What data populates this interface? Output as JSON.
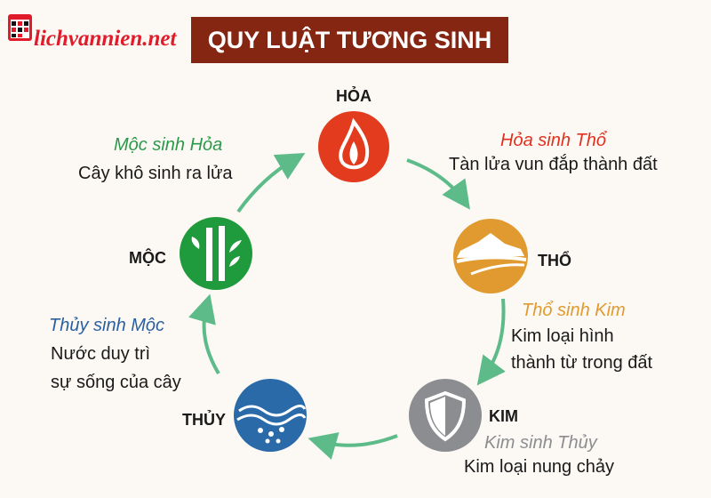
{
  "logo": {
    "text": "lichvannien.net"
  },
  "title": "QUY LUẬT TƯƠNG SINH",
  "colors": {
    "arrow": "#5dbb8a",
    "title_bg": "#842612"
  },
  "elements": {
    "hoa": {
      "label": "HỎA",
      "color": "#e23b1e",
      "icon": "flame-icon"
    },
    "tho": {
      "label": "THỔ",
      "color": "#e09a2f",
      "icon": "mountain-icon"
    },
    "kim": {
      "label": "KIM",
      "color": "#8c8d90",
      "icon": "shield-icon"
    },
    "thuy": {
      "label": "THỦY",
      "color": "#2a6aa8",
      "icon": "wave-icon"
    },
    "moc": {
      "label": "MỘC",
      "color": "#1f9a3c",
      "icon": "bamboo-icon"
    }
  },
  "relations": {
    "moc_hoa": {
      "title": "Mộc sinh Hỏa",
      "lines": [
        "Cây khô sinh ra lửa"
      ],
      "color": "#2a9a4a"
    },
    "hoa_tho": {
      "title": "Hỏa sinh Thổ",
      "lines": [
        "Tàn lửa vun đắp thành đất"
      ],
      "color": "#e0301e"
    },
    "tho_kim": {
      "title": "Thổ sinh Kim",
      "lines": [
        "Kim loại hình",
        "thành từ trong đất"
      ],
      "color": "#e09a2f"
    },
    "kim_thuy": {
      "title": "Kim sinh Thủy",
      "lines": [
        "Kim loại nung chảy"
      ],
      "color": "#8c8d90"
    },
    "thuy_moc": {
      "title": "Thủy sinh Mộc",
      "lines": [
        "Nước duy trì",
        "sự sống của cây"
      ],
      "color": "#2a5fa0"
    }
  }
}
